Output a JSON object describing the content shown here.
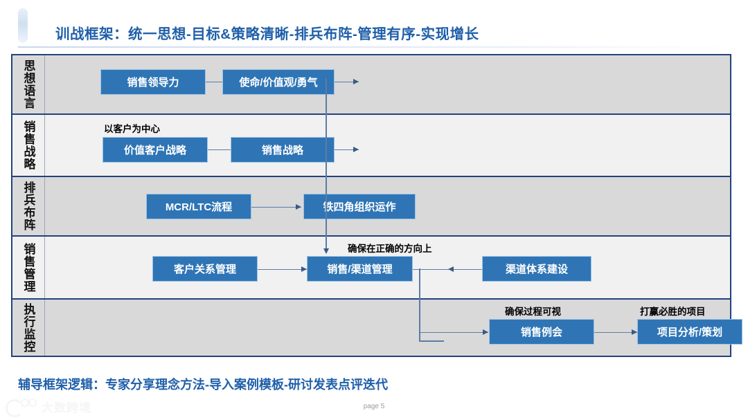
{
  "header": {
    "title": "训战框架：统一思想-目标&策略清晰-排兵布阵-管理有序-实现增长",
    "accent_color": "#1f5fa9"
  },
  "matrix": {
    "node_color": "#2f75b5",
    "border_color": "#22427c",
    "rows": [
      {
        "label": "思想语言",
        "band": "dark",
        "nodes": [
          {
            "text": "销售领导力"
          },
          {
            "text": "使命/价值观/勇气"
          }
        ],
        "captions": []
      },
      {
        "label": "销售战略",
        "band": "light",
        "nodes": [
          {
            "text": "价值客户战略"
          },
          {
            "text": "销售战略"
          }
        ],
        "captions": [
          {
            "text": "以客户为中心"
          }
        ]
      },
      {
        "label": "排兵布阵",
        "band": "dark",
        "nodes": [
          {
            "text": "MCR/LTC流程"
          },
          {
            "text": "铁四角组织运作"
          }
        ],
        "captions": []
      },
      {
        "label": "销售管理",
        "band": "light",
        "nodes": [
          {
            "text": "客户关系管理"
          },
          {
            "text": "销售/渠道管理"
          },
          {
            "text": "渠道体系建设"
          }
        ],
        "captions": [
          {
            "text": "确保在正确的方向上"
          }
        ]
      },
      {
        "label": "执行监控",
        "band": "dark",
        "nodes": [
          {
            "text": "销售例会"
          },
          {
            "text": "项目分析/策划"
          }
        ],
        "captions": [
          {
            "text": "确保过程可视"
          },
          {
            "text": "打赢必胜的项目"
          }
        ]
      }
    ]
  },
  "footer": {
    "text": "辅导框架逻辑：专家分享理念方法-导入案例模板-研讨发表点评迭代",
    "watermark": "大数跨境",
    "page": "page 5"
  }
}
